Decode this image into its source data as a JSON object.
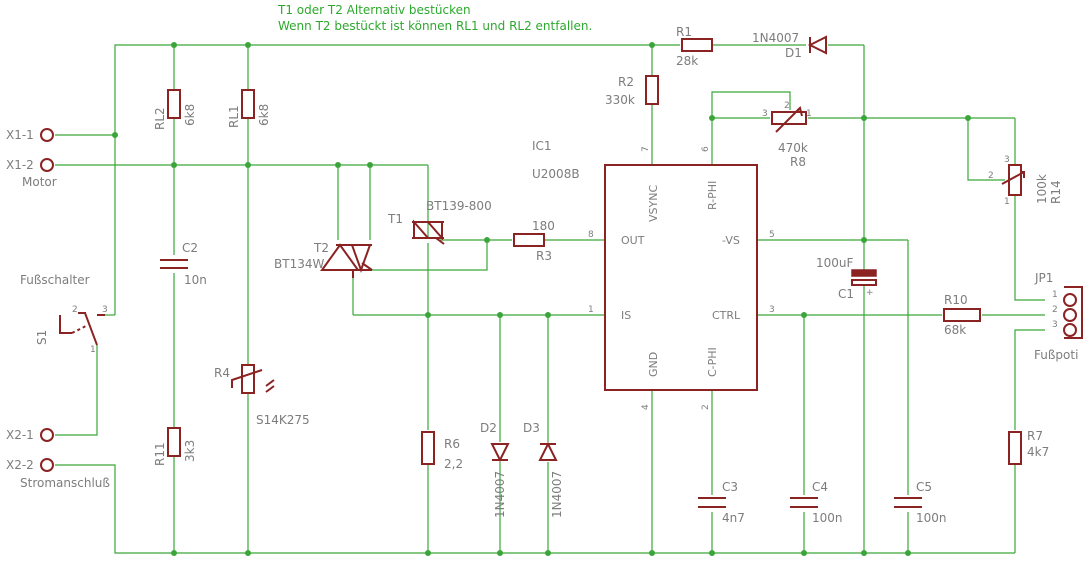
{
  "notes": {
    "line1": "T1 oder T2 Alternativ bestücken",
    "line2": "Wenn T2 bestückt ist können RL1 und RL2 entfallen."
  },
  "terminals": {
    "x1_1": "X1-1",
    "x1_2": "X1-2",
    "x1_name": "Motor",
    "x2_1": "X2-1",
    "x2_2": "X2-2",
    "x2_name": "Stromanschluß"
  },
  "switch": {
    "name": "S1",
    "label": "Fußschalter",
    "pin1": "1",
    "pin2": "2",
    "pin3": "3"
  },
  "parts": {
    "rl2": {
      "name": "RL2",
      "value": "6k8"
    },
    "rl1": {
      "name": "RL1",
      "value": "6k8"
    },
    "c2": {
      "name": "C2",
      "value": "10n"
    },
    "r11": {
      "name": "R11",
      "value": "3k3"
    },
    "r4": {
      "name": "R4",
      "value": "S14K275"
    },
    "t1": {
      "name": "T1",
      "value": "BT139-800"
    },
    "t2": {
      "name": "T2",
      "value": "BT134W"
    },
    "r3": {
      "name": "R3",
      "value": "180"
    },
    "r6": {
      "name": "R6",
      "value": "2,2"
    },
    "d2": {
      "name": "D2",
      "value": "1N4007"
    },
    "d3": {
      "name": "D3",
      "value": "1N4007"
    },
    "r2": {
      "name": "R2",
      "value": "330k"
    },
    "r1": {
      "name": "R1",
      "value": "28k"
    },
    "d1": {
      "name": "D1",
      "value": "1N4007"
    },
    "r8": {
      "name": "R8",
      "value": "470k",
      "pin1": "1",
      "pin2": "2",
      "pin3": "3"
    },
    "r14": {
      "name": "R14",
      "value": "100k",
      "pin1": "1",
      "pin2": "2",
      "pin3": "3"
    },
    "c1": {
      "name": "C1",
      "value": "100uF"
    },
    "c3": {
      "name": "C3",
      "value": "4n7"
    },
    "c4": {
      "name": "C4",
      "value": "100n"
    },
    "c5": {
      "name": "C5",
      "value": "100n"
    },
    "r10": {
      "name": "R10",
      "value": "68k"
    },
    "r7": {
      "name": "R7",
      "value": "4k7"
    },
    "jp1": {
      "name": "JP1",
      "value": "Fußpoti",
      "pin1": "1",
      "pin2": "2",
      "pin3": "3"
    }
  },
  "ic1": {
    "name": "IC1",
    "value": "U2008B",
    "pins": {
      "vsync": "VSYNC",
      "rphi": "R-PHI",
      "out": "OUT",
      "vs": "-VS",
      "is": "IS",
      "ctrl": "CTRL",
      "gnd": "GND",
      "cphi": "C-PHI"
    },
    "pin_numbers": {
      "vsync": "7",
      "rphi": "6",
      "out": "8",
      "vs": "5",
      "is": "1",
      "ctrl": "3",
      "gnd": "4",
      "cphi": "2"
    }
  }
}
